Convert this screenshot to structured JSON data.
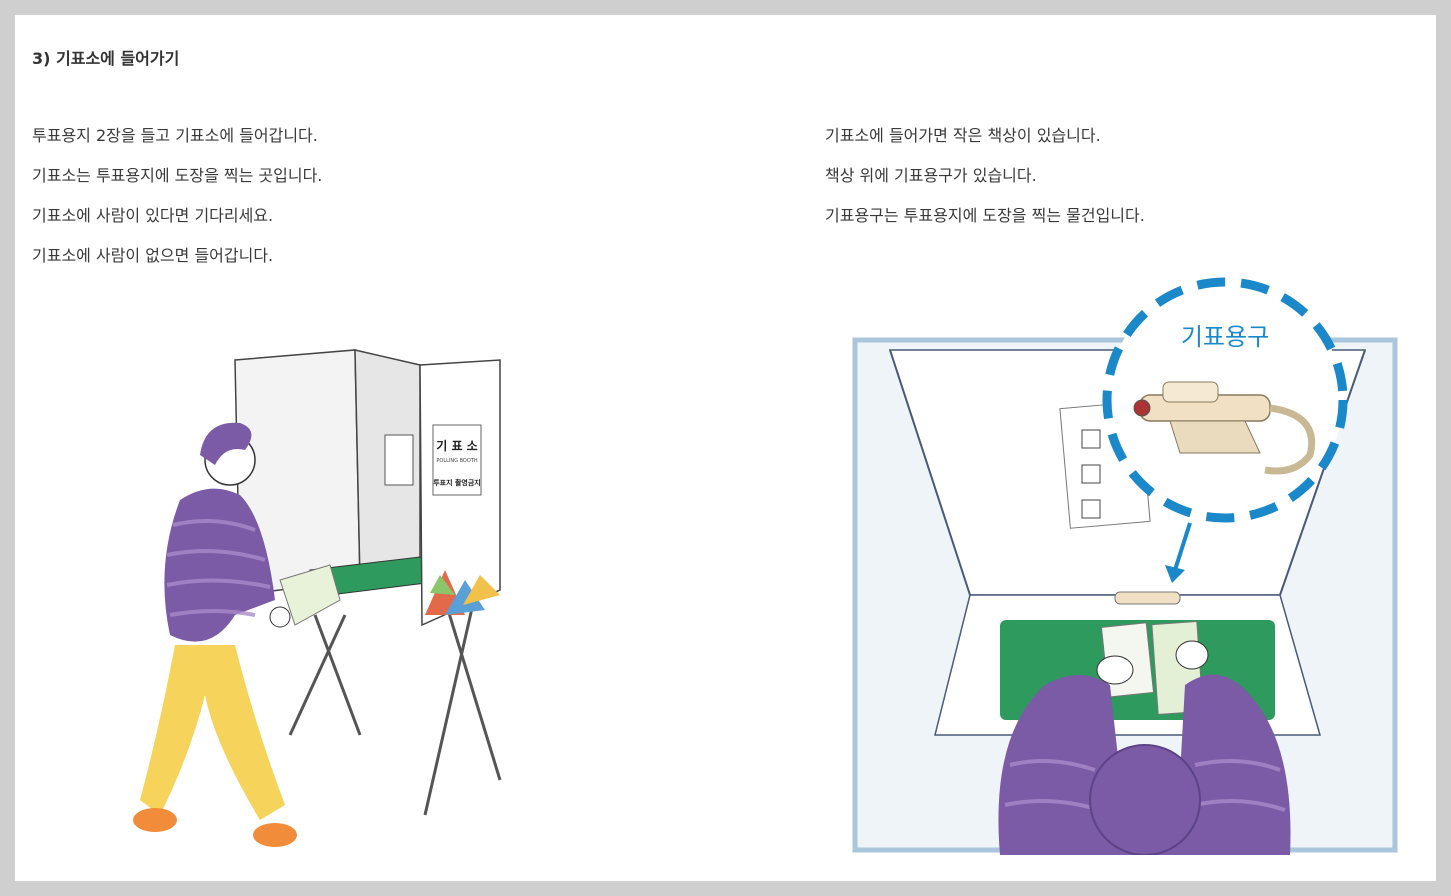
{
  "heading": "3) 기표소에 들어가기",
  "left_paragraphs": [
    "투표용지 2장을 들고 기표소에 들어갑니다.",
    "기표소는 투표용지에 도장을 찍는 곳입니다.",
    "기표소에 사람이 있다면 기다리세요.",
    "기표소에 사람이 없으면 들어갑니다."
  ],
  "right_paragraphs": [
    "기표소에 들어가면 작은 책상이 있습니다.",
    "책상 위에 기표용구가 있습니다.",
    "기표용구는 투표용지에 도장을 찍는 물건입니다."
  ],
  "booth_illustration": {
    "sign_title": "기 표 소",
    "sign_subtitle": "POLLING BOOTH",
    "sign_notice": "투표지 촬영금지"
  },
  "desk_illustration": {
    "callout_label": "기표용구"
  },
  "colors": {
    "page_bg": "#ffffff",
    "frame_bg": "#cfcfcf",
    "accent_blue": "#1a88c9",
    "sweater_purple": "#7b5aa6",
    "pants_yellow": "#f6d35a",
    "desk_green": "#2f9a5e"
  }
}
